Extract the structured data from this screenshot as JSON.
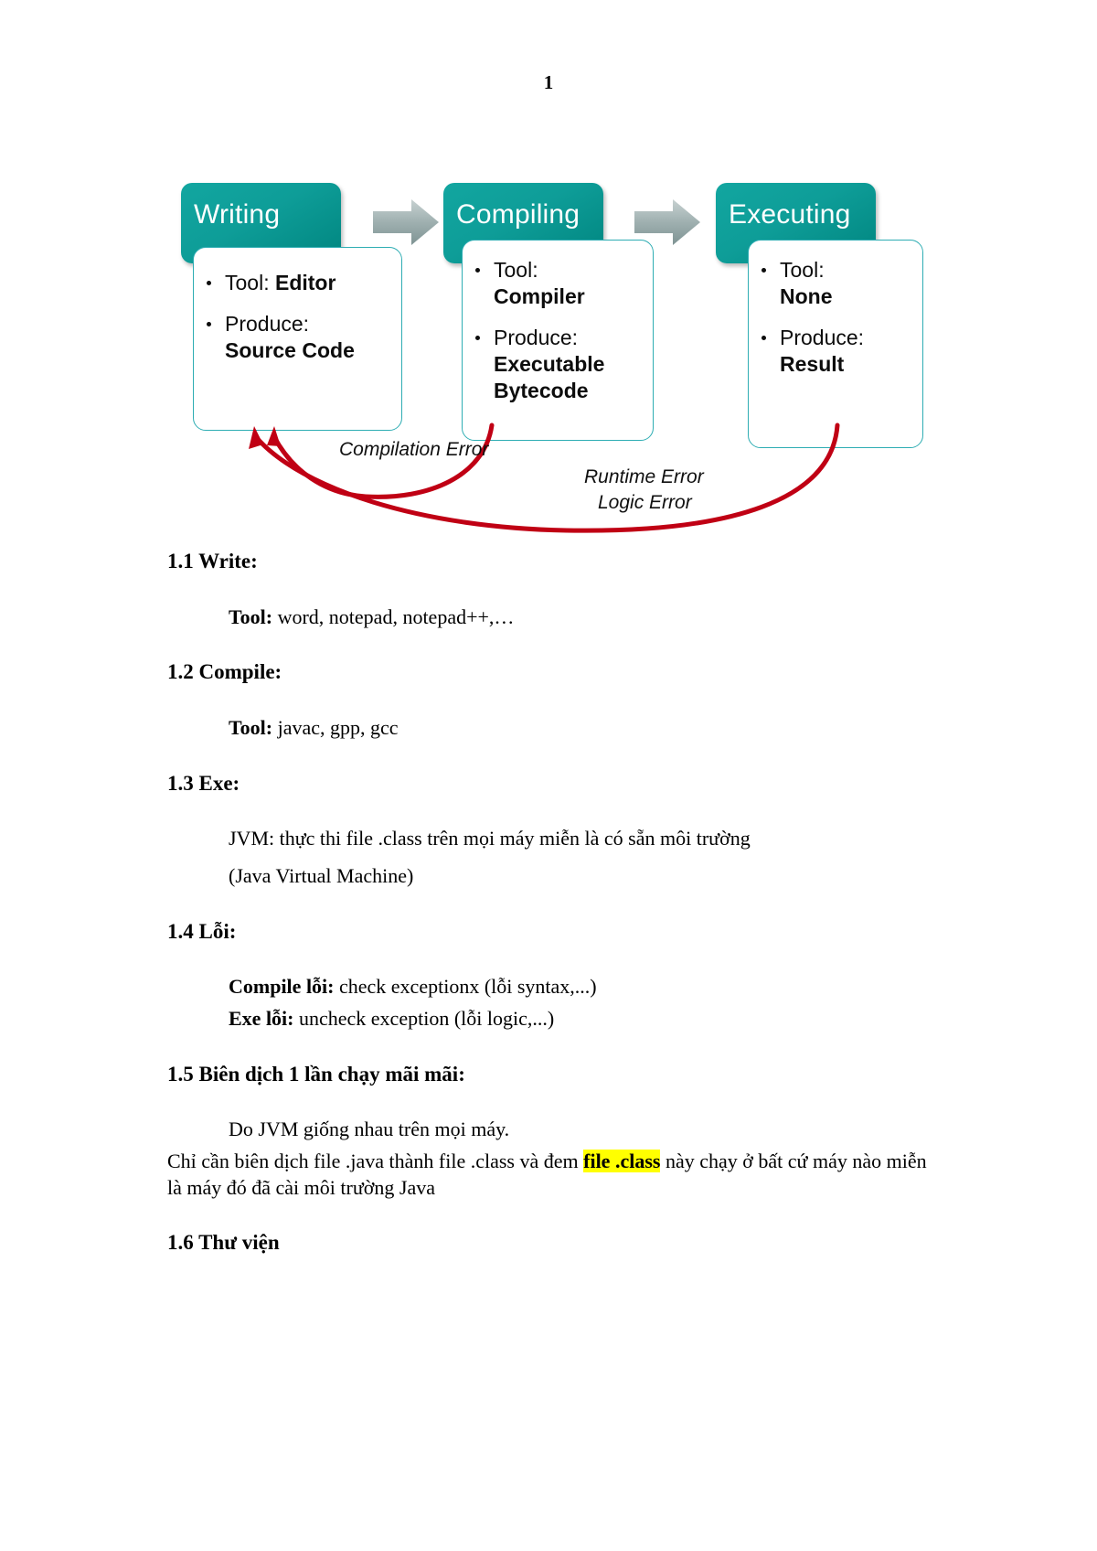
{
  "page": {
    "number": "1"
  },
  "diagram": {
    "stages": [
      {
        "title": "Writing",
        "bullets": [
          {
            "label": "Tool:",
            "value": "Editor"
          },
          {
            "label": "Produce:",
            "value": "Source Code"
          }
        ]
      },
      {
        "title": "Compiling",
        "bullets": [
          {
            "label": "Tool:",
            "value": "Compiler"
          },
          {
            "label": "Produce:",
            "value": "Executable Bytecode"
          }
        ]
      },
      {
        "title": "Executing",
        "bullets": [
          {
            "label": "Tool:",
            "value": "None"
          },
          {
            "label": "Produce:",
            "value": "Result"
          }
        ]
      }
    ],
    "error_labels": {
      "compilation": "Compilation Error",
      "runtime": "Runtime Error",
      "logic": "Logic Error"
    },
    "colors": {
      "header_teal": "#0e9d98",
      "body_border": "#2eadb3",
      "arrow_gray": "#a8b4b4",
      "error_red": "#c00014"
    }
  },
  "sections": [
    {
      "heading": "1.1 Write:",
      "lines": [
        {
          "bold": "Tool:",
          "rest": " word, notepad, notepad++,…"
        }
      ]
    },
    {
      "heading": "1.2 Compile:",
      "lines": [
        {
          "bold": "Tool:",
          "rest": " javac, gpp, gcc"
        }
      ]
    },
    {
      "heading": "1.3 Exe:",
      "lines": [
        {
          "bold": "",
          "rest": "JVM: thực thi file .class trên mọi máy miễn là có sẵn môi trường"
        },
        {
          "bold": "",
          "rest": "(Java Virtual Machine)"
        }
      ]
    },
    {
      "heading": "1.4 Lỗi:",
      "lines": [
        {
          "bold": "Compile lỗi:",
          "rest": " check exceptionx (lỗi syntax,...)"
        },
        {
          "bold": "Exe lỗi:",
          "rest": " uncheck exception (lỗi logic,...)"
        }
      ]
    },
    {
      "heading": "1.5 Biên dịch 1 lần chạy mãi mãi:",
      "lines": [
        {
          "bold": "",
          "rest": "Do JVM giống nhau trên mọi máy."
        }
      ]
    },
    {
      "heading": "1.6 Thư viện",
      "lines": []
    }
  ],
  "highlighted_paragraph": {
    "before": "Chỉ cần biên dịch file .java thành file .class và đem ",
    "highlight": "file .class",
    "after": " này chạy ở bất",
    "wrap": "cứ máy nào miễn là máy đó đã cài môi trường Java"
  }
}
